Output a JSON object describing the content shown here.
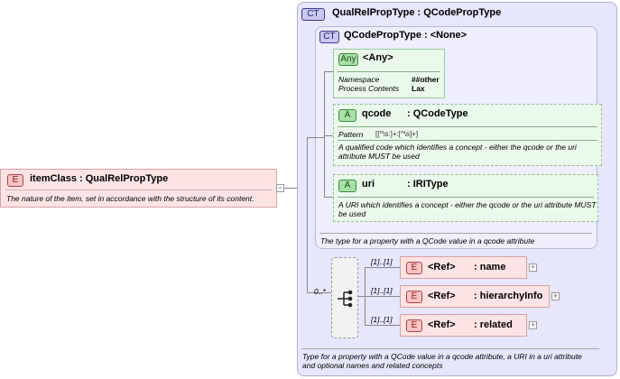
{
  "item": {
    "badge": "E",
    "title": "itemClass : QualRelPropType",
    "doc": "The nature of the item, set in accordance with the structure of its content."
  },
  "outer_ct": {
    "badge": "CT",
    "title": "QualRelPropType : QCodePropType",
    "doc": "Type for a property with a  QCode value in a qcode attribute, a URI in a uri attribute and optional names and related concepts"
  },
  "inner_ct": {
    "badge": "CT",
    "title": "QCodePropType : <None>",
    "doc": "The type for a property with a QCode value in a qcode attribute"
  },
  "any": {
    "badge": "Any",
    "title": "<Any>",
    "ns_label": "Namespace",
    "ns_value": "##other",
    "pc_label": "Process Contents",
    "pc_value": "Lax"
  },
  "qcode": {
    "badge": "A",
    "name": "qcode",
    "type": ": QCodeType",
    "pattern_label": "Pattern",
    "pattern_value": "[[^\\s:]+:[^\\s]+]",
    "doc": "A qualified code which identifies a concept  - either the  qcode or the uri attribute MUST be used"
  },
  "uri": {
    "badge": "A",
    "name": "uri",
    "type": ": IRIType",
    "doc": "A URI which identifies a concept  - either the  qcode or the uri attribute MUST be used"
  },
  "sequence": {
    "cardinality": "0..*"
  },
  "refs": [
    {
      "badge": "E",
      "ref": "<Ref>",
      "name": ": name",
      "cardinality": "[1]..[1]"
    },
    {
      "badge": "E",
      "ref": "<Ref>",
      "name": ": hierarchyInfo",
      "cardinality": "[1]..[1]"
    },
    {
      "badge": "E",
      "ref": "<Ref>",
      "name": ": related",
      "cardinality": "[1]..[1]"
    }
  ],
  "colors": {
    "element_fill": "#fde4e4",
    "element_border": "#c88",
    "ct_fill": "#e6e6fc",
    "attr_fill": "#eafaea",
    "connector": "#888888"
  }
}
